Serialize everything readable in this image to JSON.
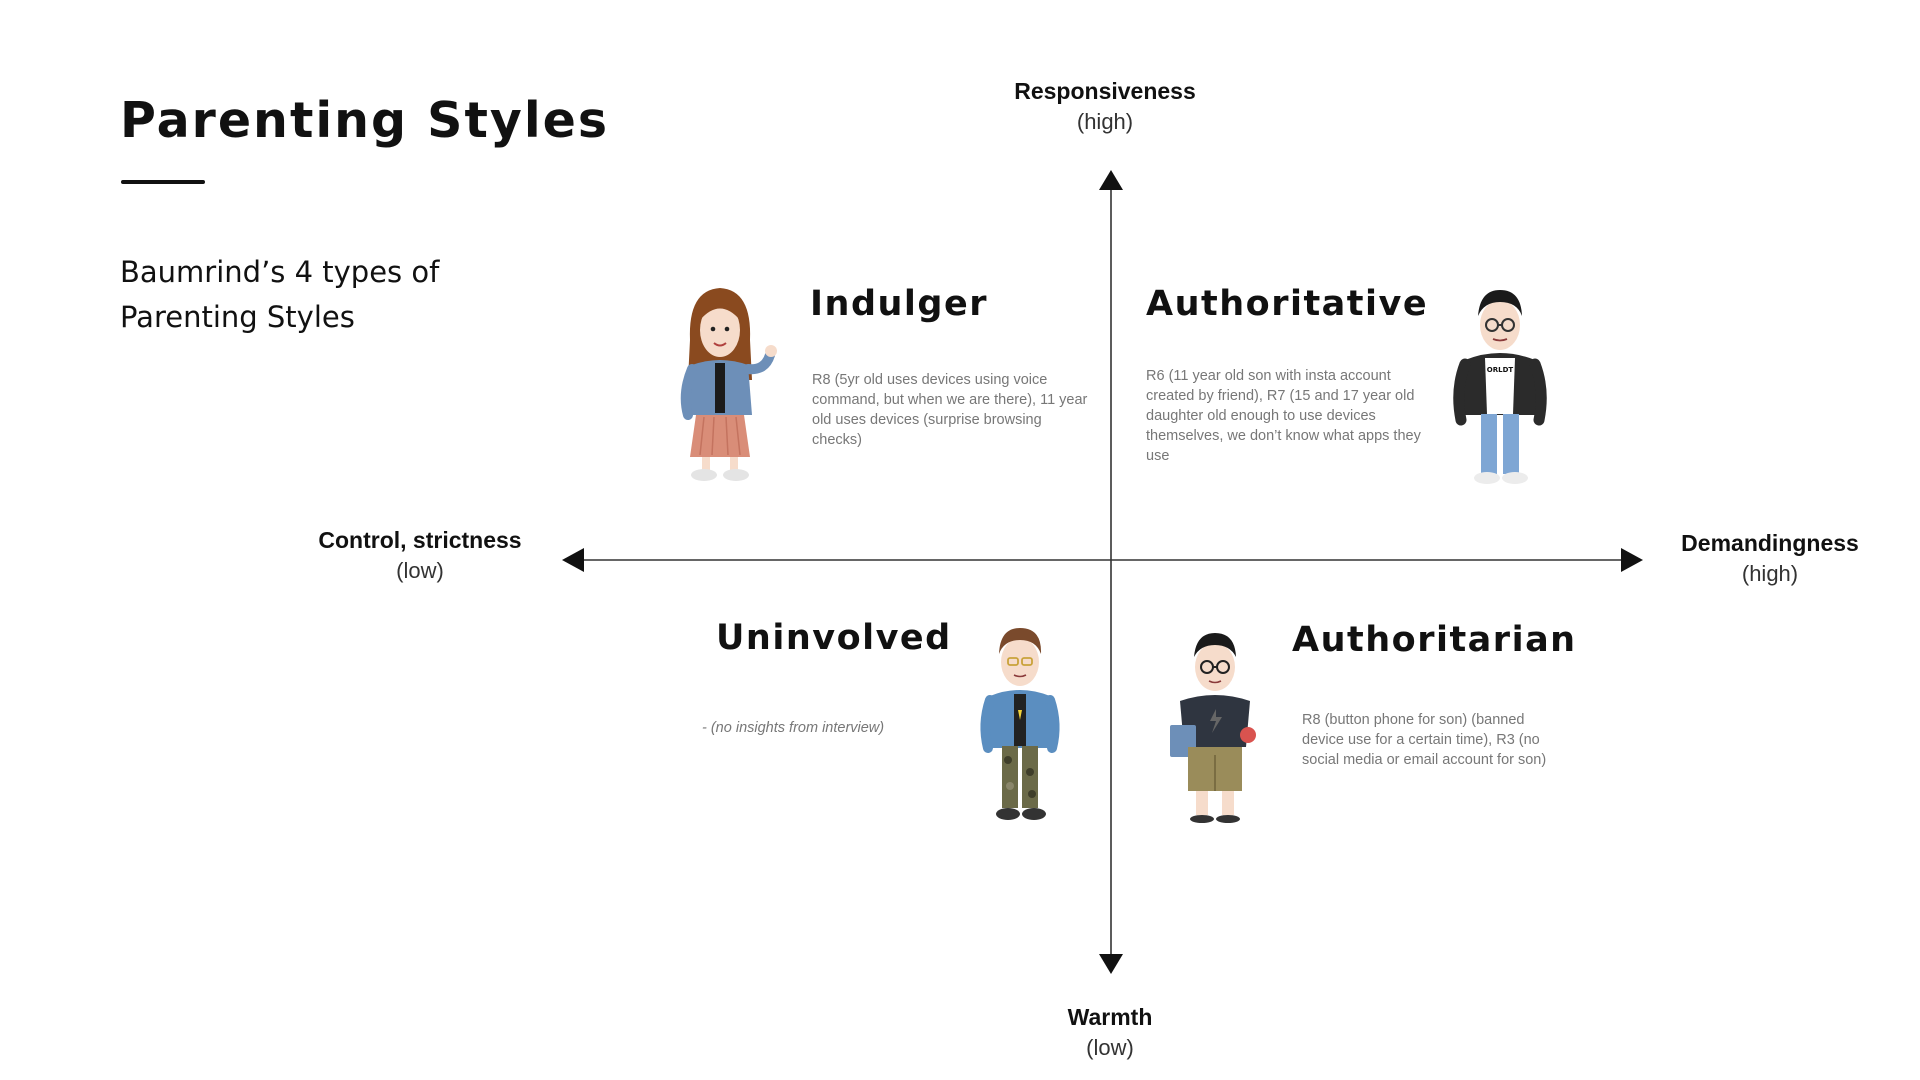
{
  "title": "Parenting Styles",
  "subtitle": "Baumrind’s 4 types of Parenting Styles",
  "axes": {
    "top": {
      "name": "Responsiveness",
      "level": "(high)"
    },
    "bottom": {
      "name": "Warmth",
      "level": "(low)"
    },
    "left": {
      "name": "Control, strictness",
      "level": "(low)"
    },
    "right": {
      "name": "Demandingness",
      "level": "(high)"
    }
  },
  "quadrants": {
    "top_left": {
      "heading": "Indulger",
      "note": "R8 (5yr old uses devices using voice command, but when we are there), 11 year old uses devices (surprise browsing checks)"
    },
    "top_right": {
      "heading": "Authoritative",
      "note": "R6 (11 year old son with insta account created by friend), R7 (15 and 17 year old daughter old enough to use devices themselves, we don’t know what apps they use"
    },
    "bottom_left": {
      "heading": "Uninvolved",
      "note": "- (no insights from interview)"
    },
    "bottom_right": {
      "heading": "Authoritarian",
      "note": "R8 (button phone for son) (banned device use for a certain time), R3 (no social media or email account for son)"
    }
  },
  "avatars": {
    "indulger": {
      "shirt_text": ""
    },
    "authoritative": {
      "shirt_text": "ORLDT"
    }
  },
  "colors": {
    "text": "#111111",
    "note": "#777777",
    "axis": "#333333"
  }
}
